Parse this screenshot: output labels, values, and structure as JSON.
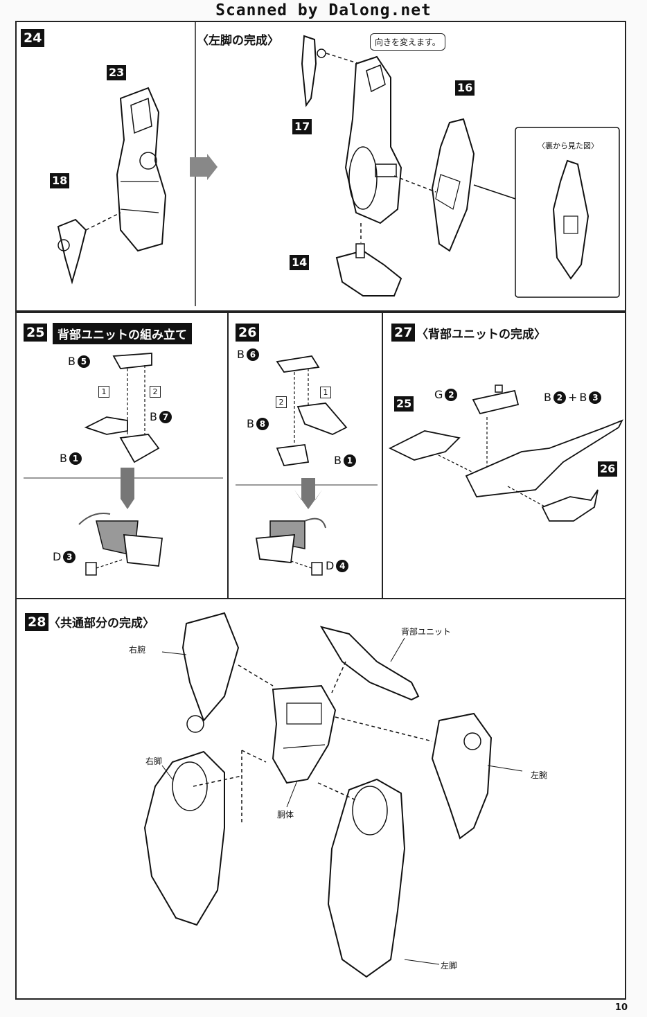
{
  "watermark": "Scanned by Dalong.net",
  "page_number": "10",
  "steps": {
    "s24": {
      "number": "24",
      "title": "〈左脚の完成〉",
      "parts": [
        "23",
        "18",
        "17",
        "16",
        "14"
      ],
      "callout": "向きを変えます。",
      "inset_title": "〈裏から見た図〉"
    },
    "s25": {
      "number": "25",
      "title": "背部ユニットの組み立て",
      "runners": {
        "top": "B",
        "top_num": "5",
        "right": "B",
        "right_num": "7",
        "left": "B",
        "left_num": "1",
        "bottom": "D",
        "bottom_num": "3"
      },
      "order": [
        "1",
        "2"
      ]
    },
    "s26": {
      "number": "26",
      "runners": {
        "top": "B",
        "top_num": "6",
        "left": "B",
        "left_num": "8",
        "right": "B",
        "right_num": "1",
        "bottom": "D",
        "bottom_num": "4"
      },
      "order": [
        "2",
        "1"
      ]
    },
    "s27": {
      "number": "27",
      "title": "〈背部ユニットの完成〉",
      "parts": [
        "25",
        "26"
      ],
      "runner_g": "G",
      "runner_g_num": "2",
      "runner_b1": "B",
      "runner_b1_num": "2",
      "plus": "+",
      "runner_b2": "B",
      "runner_b2_num": "3"
    },
    "s28": {
      "number": "28",
      "title": "〈共通部分の完成〉",
      "labels": {
        "right_arm": "右腕",
        "back_unit": "背部ユニット",
        "right_leg": "右脚",
        "left_arm": "左腕",
        "torso": "胴体",
        "left_leg": "左脚"
      }
    }
  }
}
